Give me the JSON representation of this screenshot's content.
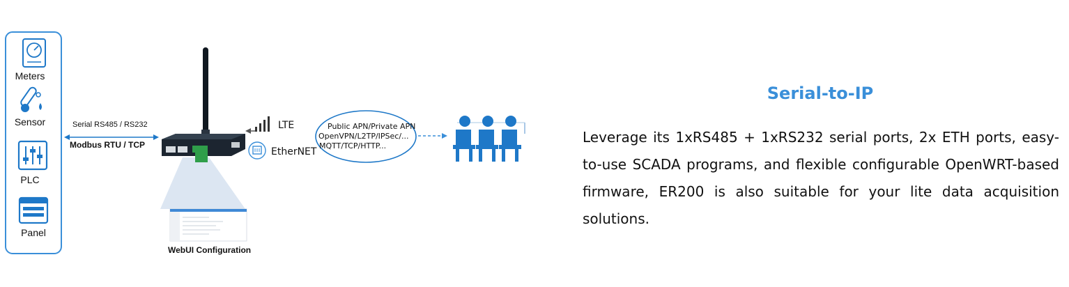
{
  "devices": {
    "meters": "Meters",
    "sensor": "Sensor",
    "plc": "PLC",
    "panel": "Panel"
  },
  "link": {
    "serial": "Serial RS485 / RS232",
    "protocol": "Modbus RTU / TCP"
  },
  "network": {
    "lte": "LTE",
    "ethernet": "EtherNET",
    "cloud_lines": [
      "Public APN/Private APN",
      "OpenVPN/L2TP/IPSec/...",
      "MQTT/TCP/HTTP..."
    ]
  },
  "webui": "WebUI Configuration",
  "heading": "Serial-to-IP",
  "description": "Leverage its 1xRS485 + 1xRS232 serial ports, 2x ETH ports, easy-to-use SCADA programs, and flexible configurable OpenWRT-based firmware, ER200 is also suitable for your lite data acquisition solutions.",
  "colors": {
    "accent": "#3a8fd9",
    "icon_blue": "#1e78c8",
    "device_dark": "#1c2530"
  }
}
